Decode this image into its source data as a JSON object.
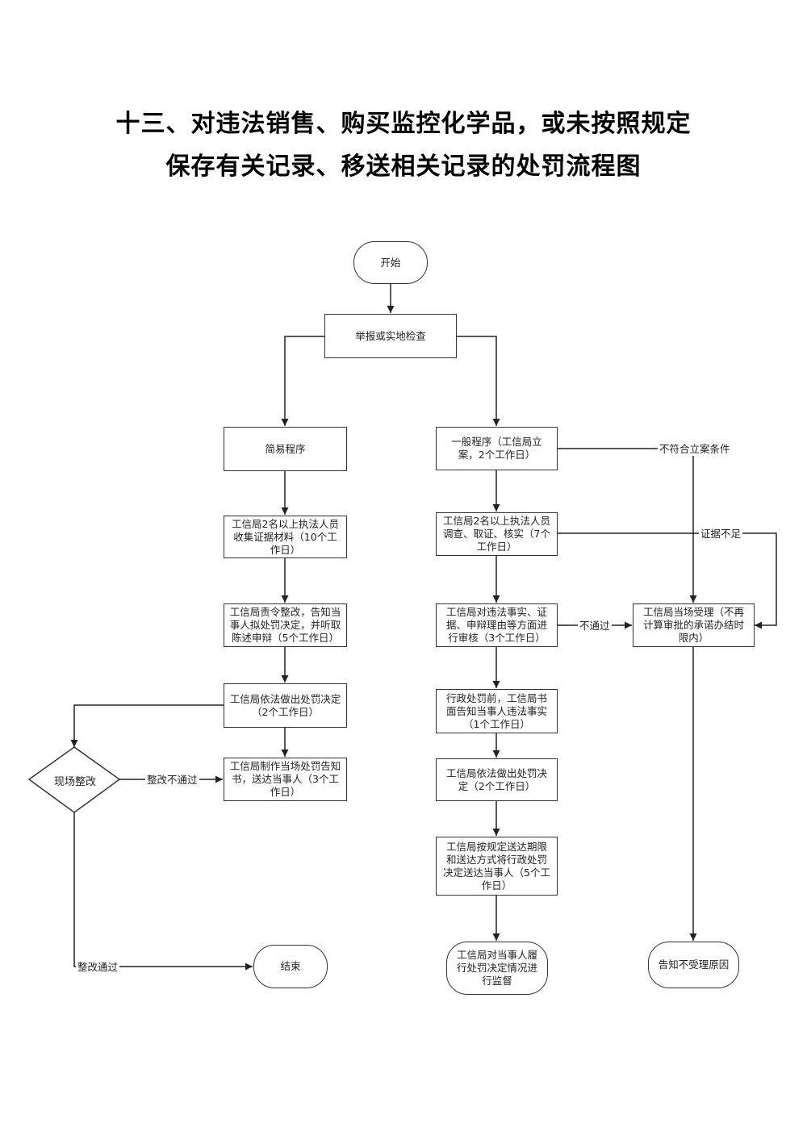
{
  "title": {
    "line1": "十三、对违法销售、购买监控化学品，或未按照规定",
    "line2": "保存有关记录、移送相关记录的处罚流程图"
  },
  "nodes": {
    "start": "开始",
    "report": "举报或实地检查",
    "simple": "简易程序",
    "general": "一般程序（工信局立案，2个工作日）",
    "s_collect": "工信局2名以上执法人员收集证据材料（10个工作日）",
    "s_order": "工信局责令整改，告知当事人拟处罚决定，并听取陈述申辩（5个工作日）",
    "s_decide": "工信局依法做出处罚决定（2个工作日）",
    "s_notice": "工信局制作当场处罚告知书，送达当事人（3个工作日）",
    "onsite": "现场整改",
    "end": "结束",
    "g_investigate": "工信局2名以上执法人员调查、取证、核实（7个工作日）",
    "g_review": "工信局对违法事实、证据、申辩理由等方面进行审核（3个工作日）",
    "g_prenotice": "行政处罚前，工信局书面告知当事人违法事实（1个工作日）",
    "g_decide": "工信局依法做出处罚决定（2个工作日）",
    "g_deliver": "工信局按规定送达期限和送达方式将行政处罚决定送达当事人（5个工作日）",
    "g_supervise": "工信局对当事人履行处罚决定情况进行监督",
    "accept": "工信局当场受理（不再计算审批的承诺办结时限内）",
    "reject": "告知不受理原因"
  },
  "edge_labels": {
    "not_eligible": "不符合立案条件",
    "insufficient": "证据不足",
    "not_passed": "不通过",
    "fix_failed": "整改不通过",
    "fix_passed": "整改通过"
  }
}
